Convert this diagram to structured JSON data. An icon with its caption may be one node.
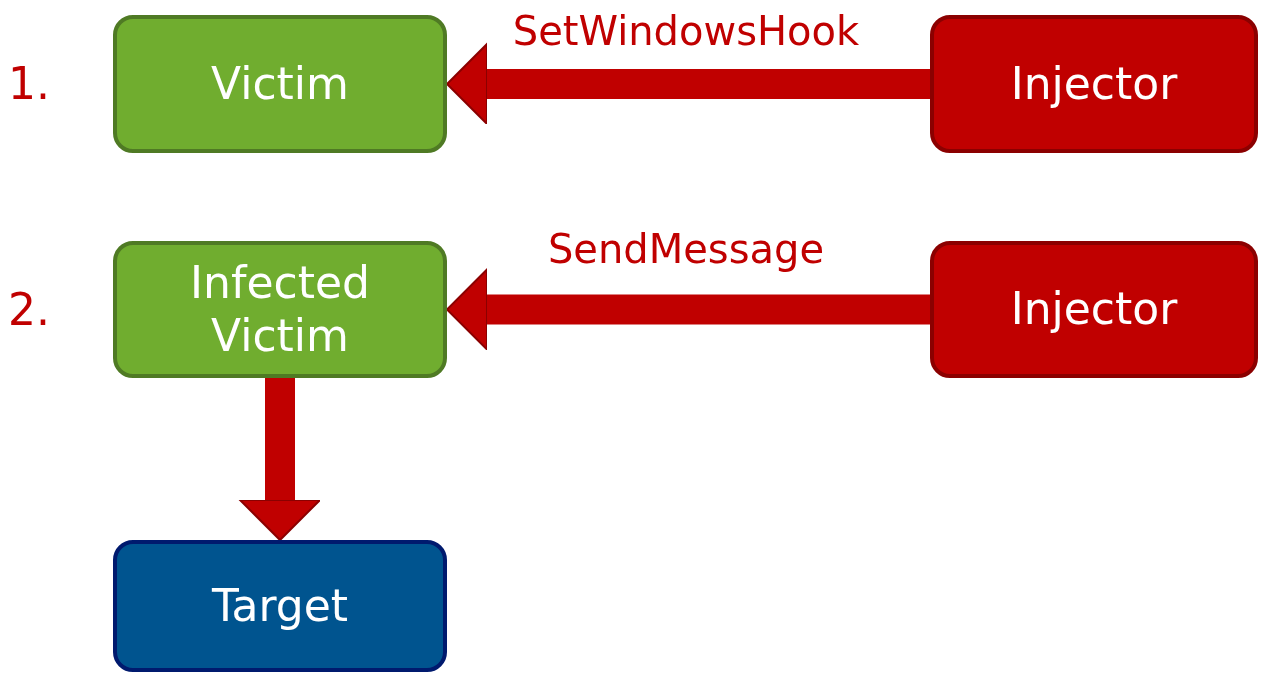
{
  "diagram": {
    "nodes": [
      {
        "text": [
          "Victim"
        ]
      },
      {
        "text": [
          "Injector"
        ]
      },
      {
        "text": [
          "Infected Victim"
        ]
      },
      {
        "text": [
          "Injector"
        ]
      },
      {
        "text": [
          "Target"
        ]
      }
    ],
    "edges": [
      {
        "from": 1,
        "to": 0,
        "arrow": "to",
        "label": "SetWindowsHook"
      },
      {
        "from": 3,
        "to": 2,
        "arrow": "to",
        "label": "SendMessage"
      },
      {
        "from": 2,
        "to": 4,
        "arrow": "to"
      }
    ],
    "labels": [
      "1.",
      "2."
    ]
  }
}
